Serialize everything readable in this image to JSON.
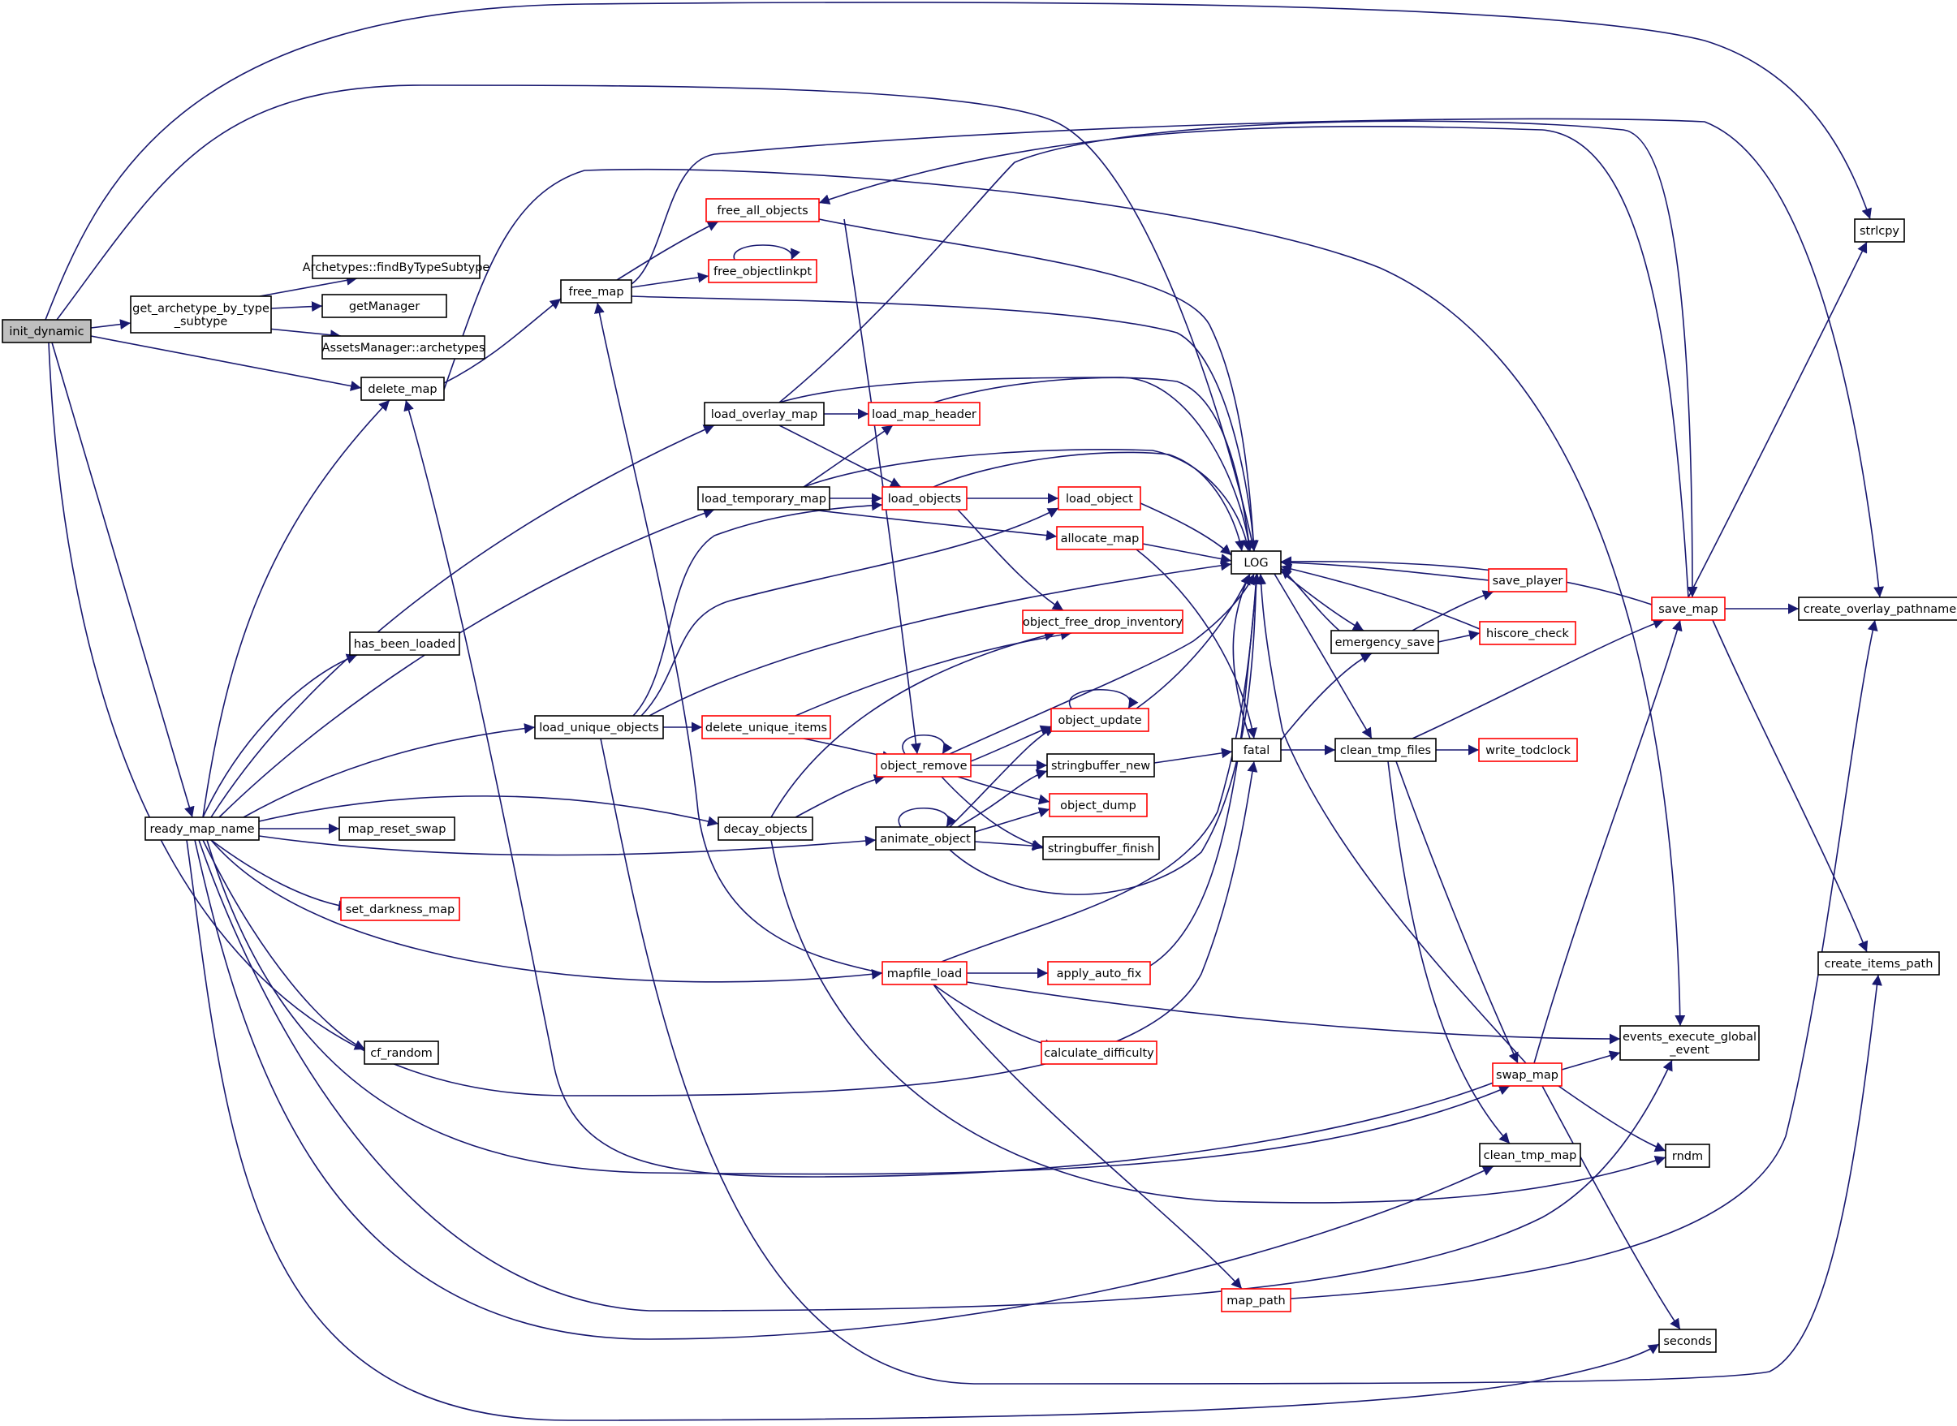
{
  "diagram": {
    "nodes": [
      {
        "id": "init_dynamic",
        "lines": [
          "init_dynamic"
        ],
        "style": "root",
        "interactive": false
      },
      {
        "id": "get_archetype_by_type_subtype",
        "lines": [
          "get_archetype_by_type",
          "_subtype"
        ],
        "style": "black",
        "interactive": true
      },
      {
        "id": "findByTypeSubtype",
        "lines": [
          "Archetypes::findByTypeSubtype"
        ],
        "style": "black",
        "interactive": true
      },
      {
        "id": "getManager",
        "lines": [
          "getManager"
        ],
        "style": "black",
        "interactive": true
      },
      {
        "id": "archetypes",
        "lines": [
          "AssetsManager::archetypes"
        ],
        "style": "black",
        "interactive": true
      },
      {
        "id": "delete_map",
        "lines": [
          "delete_map"
        ],
        "style": "black",
        "interactive": true
      },
      {
        "id": "free_map",
        "lines": [
          "free_map"
        ],
        "style": "black",
        "interactive": true
      },
      {
        "id": "free_all_objects",
        "lines": [
          "free_all_objects"
        ],
        "style": "red",
        "interactive": true
      },
      {
        "id": "free_objectlinkpt",
        "lines": [
          "free_objectlinkpt"
        ],
        "style": "red",
        "interactive": true
      },
      {
        "id": "load_overlay_map",
        "lines": [
          "load_overlay_map"
        ],
        "style": "black",
        "interactive": true
      },
      {
        "id": "load_map_header",
        "lines": [
          "load_map_header"
        ],
        "style": "red",
        "interactive": true
      },
      {
        "id": "load_temporary_map",
        "lines": [
          "load_temporary_map"
        ],
        "style": "black",
        "interactive": true
      },
      {
        "id": "load_objects",
        "lines": [
          "load_objects"
        ],
        "style": "red",
        "interactive": true
      },
      {
        "id": "load_object",
        "lines": [
          "load_object"
        ],
        "style": "red",
        "interactive": true
      },
      {
        "id": "allocate_map",
        "lines": [
          "allocate_map"
        ],
        "style": "red",
        "interactive": true
      },
      {
        "id": "LOG",
        "lines": [
          "LOG"
        ],
        "style": "black",
        "interactive": true
      },
      {
        "id": "object_free_drop_inventory",
        "lines": [
          "object_free_drop_inventory"
        ],
        "style": "red",
        "interactive": true
      },
      {
        "id": "has_been_loaded",
        "lines": [
          "has_been_loaded"
        ],
        "style": "black",
        "interactive": true
      },
      {
        "id": "load_unique_objects",
        "lines": [
          "load_unique_objects"
        ],
        "style": "black",
        "interactive": true
      },
      {
        "id": "delete_unique_items",
        "lines": [
          "delete_unique_items"
        ],
        "style": "red",
        "interactive": true
      },
      {
        "id": "object_update",
        "lines": [
          "object_update"
        ],
        "style": "red",
        "interactive": true
      },
      {
        "id": "object_remove",
        "lines": [
          "object_remove"
        ],
        "style": "red",
        "interactive": true
      },
      {
        "id": "stringbuffer_new",
        "lines": [
          "stringbuffer_new"
        ],
        "style": "black",
        "interactive": true
      },
      {
        "id": "object_dump",
        "lines": [
          "object_dump"
        ],
        "style": "red",
        "interactive": true
      },
      {
        "id": "stringbuffer_finish",
        "lines": [
          "stringbuffer_finish"
        ],
        "style": "black",
        "interactive": true
      },
      {
        "id": "ready_map_name",
        "lines": [
          "ready_map_name"
        ],
        "style": "black",
        "interactive": true
      },
      {
        "id": "map_reset_swap",
        "lines": [
          "map_reset_swap"
        ],
        "style": "black",
        "interactive": true
      },
      {
        "id": "decay_objects",
        "lines": [
          "decay_objects"
        ],
        "style": "black",
        "interactive": true
      },
      {
        "id": "animate_object",
        "lines": [
          "animate_object"
        ],
        "style": "black",
        "interactive": true
      },
      {
        "id": "set_darkness_map",
        "lines": [
          "set_darkness_map"
        ],
        "style": "red",
        "interactive": true
      },
      {
        "id": "mapfile_load",
        "lines": [
          "mapfile_load"
        ],
        "style": "red",
        "interactive": true
      },
      {
        "id": "apply_auto_fix",
        "lines": [
          "apply_auto_fix"
        ],
        "style": "red",
        "interactive": true
      },
      {
        "id": "calculate_difficulty",
        "lines": [
          "calculate_difficulty"
        ],
        "style": "red",
        "interactive": true
      },
      {
        "id": "cf_random",
        "lines": [
          "cf_random"
        ],
        "style": "black",
        "interactive": true
      },
      {
        "id": "map_path",
        "lines": [
          "map_path"
        ],
        "style": "red",
        "interactive": true
      },
      {
        "id": "emergency_save",
        "lines": [
          "emergency_save"
        ],
        "style": "black",
        "interactive": true
      },
      {
        "id": "save_player",
        "lines": [
          "save_player"
        ],
        "style": "red",
        "interactive": true
      },
      {
        "id": "hiscore_check",
        "lines": [
          "hiscore_check"
        ],
        "style": "red",
        "interactive": true
      },
      {
        "id": "fatal",
        "lines": [
          "fatal"
        ],
        "style": "black",
        "interactive": true
      },
      {
        "id": "clean_tmp_files",
        "lines": [
          "clean_tmp_files"
        ],
        "style": "black",
        "interactive": true
      },
      {
        "id": "write_todclock",
        "lines": [
          "write_todclock"
        ],
        "style": "red",
        "interactive": true
      },
      {
        "id": "save_map",
        "lines": [
          "save_map"
        ],
        "style": "red",
        "interactive": true
      },
      {
        "id": "strlcpy",
        "lines": [
          "strlcpy"
        ],
        "style": "black",
        "interactive": true
      },
      {
        "id": "create_overlay_pathname",
        "lines": [
          "create_overlay_pathname"
        ],
        "style": "black",
        "interactive": true
      },
      {
        "id": "create_items_path",
        "lines": [
          "create_items_path"
        ],
        "style": "black",
        "interactive": true
      },
      {
        "id": "events_execute_global_event",
        "lines": [
          "events_execute_global",
          "_event"
        ],
        "style": "black",
        "interactive": true
      },
      {
        "id": "swap_map",
        "lines": [
          "swap_map"
        ],
        "style": "red",
        "interactive": true
      },
      {
        "id": "clean_tmp_map",
        "lines": [
          "clean_tmp_map"
        ],
        "style": "black",
        "interactive": true
      },
      {
        "id": "rndm",
        "lines": [
          "rndm"
        ],
        "style": "black",
        "interactive": true
      },
      {
        "id": "seconds",
        "lines": [
          "seconds"
        ],
        "style": "black",
        "interactive": true
      }
    ],
    "edges": [
      [
        "init_dynamic",
        "get_archetype_by_type_subtype"
      ],
      [
        "init_dynamic",
        "delete_map"
      ],
      [
        "init_dynamic",
        "LOG"
      ],
      [
        "init_dynamic",
        "fatal"
      ],
      [
        "init_dynamic",
        "ready_map_name"
      ],
      [
        "init_dynamic",
        "strlcpy"
      ],
      [
        "get_archetype_by_type_subtype",
        "findByTypeSubtype"
      ],
      [
        "get_archetype_by_type_subtype",
        "getManager"
      ],
      [
        "get_archetype_by_type_subtype",
        "archetypes"
      ],
      [
        "delete_map",
        "free_map"
      ],
      [
        "delete_map",
        "events_execute_global_event"
      ],
      [
        "free_map",
        "free_all_objects"
      ],
      [
        "free_map",
        "free_objectlinkpt"
      ],
      [
        "free_map",
        "LOG"
      ],
      [
        "free_map",
        "create_overlay_pathname"
      ],
      [
        "free_all_objects",
        "LOG"
      ],
      [
        "free_all_objects",
        "object_remove"
      ],
      [
        "free_objectlinkpt",
        "free_objectlinkpt"
      ],
      [
        "load_overlay_map",
        "load_map_header"
      ],
      [
        "load_overlay_map",
        "load_objects"
      ],
      [
        "load_overlay_map",
        "LOG"
      ],
      [
        "load_overlay_map",
        "free_all_objects"
      ],
      [
        "load_map_header",
        "LOG"
      ],
      [
        "load_temporary_map",
        "load_map_header"
      ],
      [
        "load_temporary_map",
        "load_objects"
      ],
      [
        "load_temporary_map",
        "allocate_map"
      ],
      [
        "load_temporary_map",
        "LOG"
      ],
      [
        "load_objects",
        "load_object"
      ],
      [
        "load_objects",
        "LOG"
      ],
      [
        "load_objects",
        "object_free_drop_inventory"
      ],
      [
        "load_object",
        "LOG"
      ],
      [
        "allocate_map",
        "LOG"
      ],
      [
        "allocate_map",
        "fatal"
      ],
      [
        "load_unique_objects",
        "load_objects"
      ],
      [
        "load_unique_objects",
        "load_object"
      ],
      [
        "load_unique_objects",
        "LOG"
      ],
      [
        "load_unique_objects",
        "delete_unique_items"
      ],
      [
        "load_unique_objects",
        "create_items_path"
      ],
      [
        "delete_unique_items",
        "object_free_drop_inventory"
      ],
      [
        "delete_unique_items",
        "object_remove"
      ],
      [
        "object_remove",
        "object_remove"
      ],
      [
        "object_remove",
        "object_update"
      ],
      [
        "object_remove",
        "stringbuffer_new"
      ],
      [
        "object_remove",
        "object_dump"
      ],
      [
        "object_remove",
        "stringbuffer_finish"
      ],
      [
        "object_remove",
        "LOG"
      ],
      [
        "object_update",
        "object_update"
      ],
      [
        "object_update",
        "LOG"
      ],
      [
        "stringbuffer_new",
        "fatal"
      ],
      [
        "animate_object",
        "animate_object"
      ],
      [
        "animate_object",
        "object_update"
      ],
      [
        "animate_object",
        "stringbuffer_new"
      ],
      [
        "animate_object",
        "object_dump"
      ],
      [
        "animate_object",
        "stringbuffer_finish"
      ],
      [
        "animate_object",
        "LOG"
      ],
      [
        "decay_objects",
        "object_remove"
      ],
      [
        "decay_objects",
        "object_free_drop_inventory"
      ],
      [
        "decay_objects",
        "rndm"
      ],
      [
        "ready_map_name",
        "delete_map"
      ],
      [
        "ready_map_name",
        "load_overlay_map"
      ],
      [
        "ready_map_name",
        "load_temporary_map"
      ],
      [
        "ready_map_name",
        "has_been_loaded"
      ],
      [
        "ready_map_name",
        "load_unique_objects"
      ],
      [
        "ready_map_name",
        "map_reset_swap"
      ],
      [
        "ready_map_name",
        "decay_objects"
      ],
      [
        "ready_map_name",
        "animate_object"
      ],
      [
        "ready_map_name",
        "set_darkness_map"
      ],
      [
        "ready_map_name",
        "mapfile_load"
      ],
      [
        "ready_map_name",
        "cf_random"
      ],
      [
        "ready_map_name",
        "clean_tmp_map"
      ],
      [
        "ready_map_name",
        "events_execute_global_event"
      ],
      [
        "ready_map_name",
        "seconds"
      ],
      [
        "ready_map_name",
        "swap_map"
      ],
      [
        "mapfile_load",
        "apply_auto_fix"
      ],
      [
        "mapfile_load",
        "calculate_difficulty"
      ],
      [
        "mapfile_load",
        "map_path"
      ],
      [
        "mapfile_load",
        "events_execute_global_event"
      ],
      [
        "mapfile_load",
        "LOG"
      ],
      [
        "mapfile_load",
        "free_map"
      ],
      [
        "apply_auto_fix",
        "LOG"
      ],
      [
        "map_path",
        "create_overlay_pathname"
      ],
      [
        "fatal",
        "emergency_save"
      ],
      [
        "fatal",
        "clean_tmp_files"
      ],
      [
        "fatal",
        "LOG"
      ],
      [
        "emergency_save",
        "save_player"
      ],
      [
        "emergency_save",
        "hiscore_check"
      ],
      [
        "emergency_save",
        "LOG"
      ],
      [
        "save_player",
        "LOG"
      ],
      [
        "hiscore_check",
        "LOG"
      ],
      [
        "LOG",
        "emergency_save"
      ],
      [
        "LOG",
        "clean_tmp_files"
      ],
      [
        "clean_tmp_files",
        "write_todclock"
      ],
      [
        "clean_tmp_files",
        "save_map"
      ],
      [
        "clean_tmp_files",
        "swap_map"
      ],
      [
        "clean_tmp_files",
        "clean_tmp_map"
      ],
      [
        "save_map",
        "strlcpy"
      ],
      [
        "save_map",
        "create_overlay_pathname"
      ],
      [
        "save_map",
        "create_items_path"
      ],
      [
        "save_map",
        "LOG"
      ],
      [
        "save_map",
        "free_all_objects"
      ],
      [
        "swap_map",
        "save_map"
      ],
      [
        "swap_map",
        "events_execute_global_event"
      ],
      [
        "swap_map",
        "rndm"
      ],
      [
        "swap_map",
        "seconds"
      ],
      [
        "swap_map",
        "LOG"
      ],
      [
        "swap_map",
        "delete_map"
      ]
    ]
  }
}
